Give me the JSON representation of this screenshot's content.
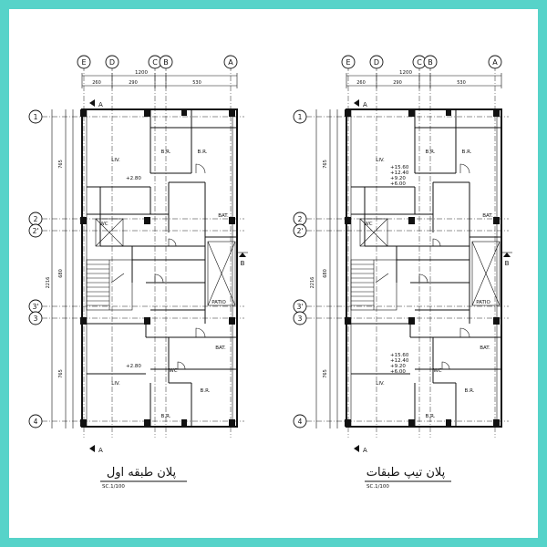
{
  "plans": [
    {
      "title": "پلان طبقه اول",
      "scale": "SC.1/100",
      "room_labels": [
        "LIV.",
        "B.R.",
        "B.R.",
        "WC",
        "BAT.",
        "PATIO",
        "LIV.",
        "B.R.",
        "B.R.",
        "BAT.",
        "WC"
      ],
      "levels": [
        [
          "+2.80"
        ],
        [
          "+2.80"
        ]
      ],
      "dims": {
        "top_total": "1200",
        "top_parts": [
          "260",
          "290",
          "530"
        ],
        "left_total": "2216",
        "left_parts": [
          "765",
          "680",
          "765"
        ]
      }
    },
    {
      "title": "پلان تیپ طبقات",
      "scale": "SC.1/100",
      "room_labels": [
        "LIV.",
        "B.R.",
        "B.R.",
        "WC",
        "BAT.",
        "PATIO",
        "LIV.",
        "B.R.",
        "B.R.",
        "BAT.",
        "WC"
      ],
      "levels": [
        [
          "+15.60",
          "+12.40",
          "+9.20",
          "+6.00"
        ],
        [
          "+15.60",
          "+12.40",
          "+9.20",
          "+6.00"
        ]
      ],
      "dims": {
        "top_total": "1200",
        "top_parts": [
          "260",
          "290",
          "530"
        ],
        "left_total": "2216",
        "left_parts": [
          "765",
          "680",
          "765"
        ]
      }
    }
  ],
  "grid_cols": [
    "E",
    "D",
    "C",
    "B",
    "A"
  ],
  "grid_rows": [
    "1",
    "2",
    "2'",
    "3'",
    "3",
    "4"
  ],
  "section_marks": [
    "A",
    "A",
    "B",
    "B"
  ]
}
